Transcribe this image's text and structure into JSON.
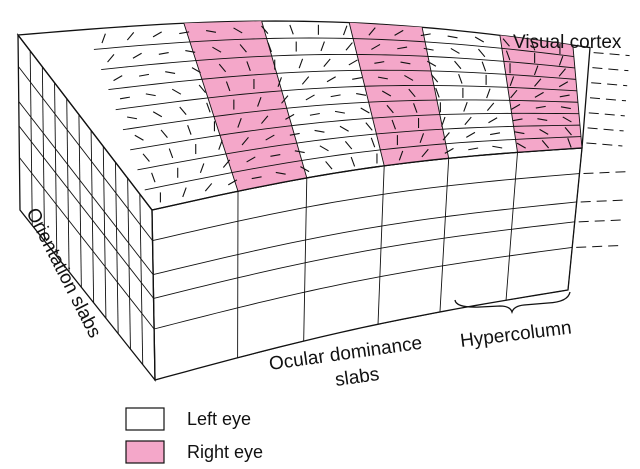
{
  "labels": {
    "visual_cortex": "Visual cortex",
    "orientation_slabs": "Orientation slabs",
    "ocular_dominance_line1": "Ocular dominance",
    "ocular_dominance_line2": "slabs",
    "hypercolumn": "Hypercolumn"
  },
  "legend": [
    {
      "label": "Left eye",
      "color": "#ffffff"
    },
    {
      "label": "Right eye",
      "color": "#f4a7c9"
    }
  ],
  "colors": {
    "right_eye": "#f4a7c9",
    "left_eye": "#ffffff",
    "stroke": "#111111"
  }
}
